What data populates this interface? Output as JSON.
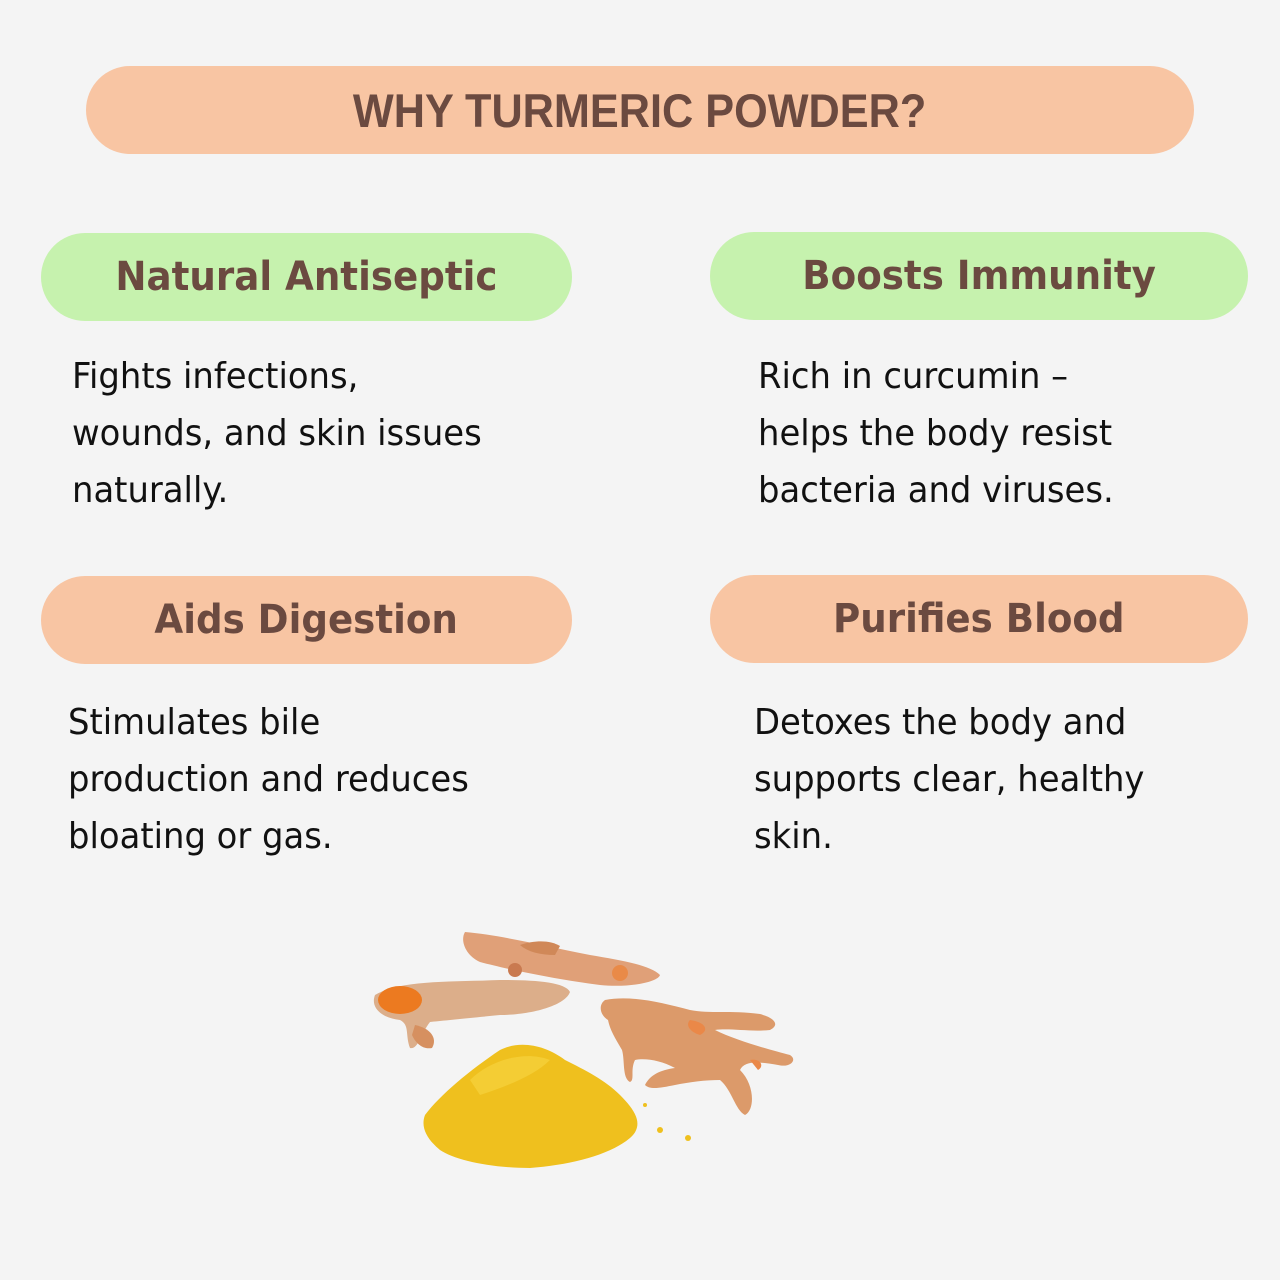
{
  "header": {
    "title": "WHY TURMERIC POWDER?"
  },
  "benefits": [
    {
      "title": "Natural Antiseptic",
      "color": "#c6f2ae",
      "description": "Fights infections,\nwounds, and skin issues\nnaturally."
    },
    {
      "title": "Boosts Immunity",
      "color": "#c6f2ae",
      "description": "Rich in curcumin –\nhelps the body resist\nbacteria and viruses."
    },
    {
      "title": "Aids Digestion",
      "color": "#f8c5a3",
      "description": "Stimulates bile\nproduction and reduces\nbloating or gas."
    },
    {
      "title": "Purifies Blood",
      "color": "#f8c5a3",
      "description": "Detoxes the body and\nsupports clear, healthy\nskin."
    }
  ],
  "illustration": {
    "subject": "turmeric-roots-and-powder-icon"
  },
  "colors": {
    "background": "#f4f4f4",
    "heading_text": "#6b4a40",
    "green_pill": "#c6f2ae",
    "peach_pill": "#f8c5a3"
  }
}
